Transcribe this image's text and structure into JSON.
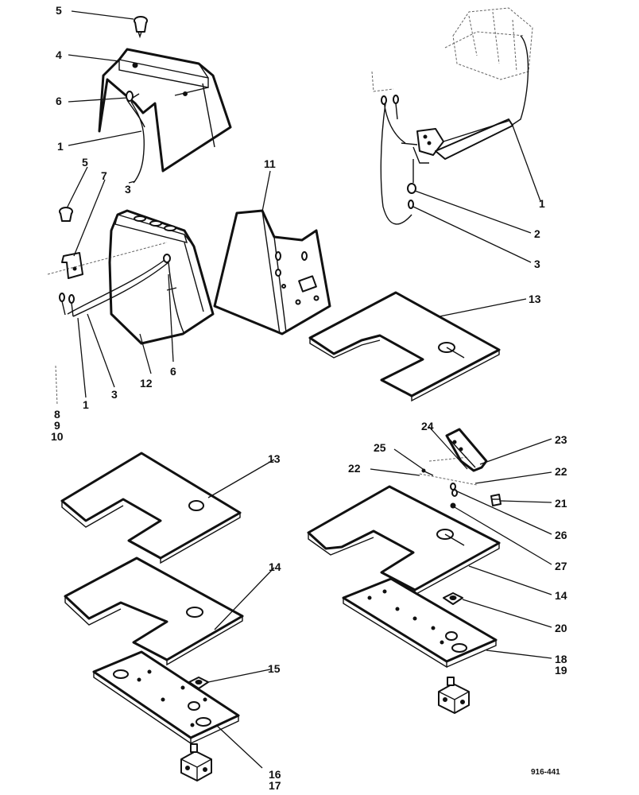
{
  "drawing_code": "916-441",
  "labels": {
    "l1": "1",
    "l2": "2",
    "l3": "3",
    "l4": "4",
    "l5": "5",
    "l6": "6",
    "l7": "7",
    "l8": "8",
    "l9": "9",
    "l10": "10",
    "l11": "11",
    "l12": "12",
    "l13": "13",
    "l14": "14",
    "l15": "15",
    "l16": "16",
    "l17": "17",
    "l18": "18",
    "l19": "19",
    "l20": "20",
    "l21": "21",
    "l22": "22",
    "l23": "23",
    "l24": "24",
    "l25": "25",
    "l26": "26",
    "l27": "27"
  }
}
